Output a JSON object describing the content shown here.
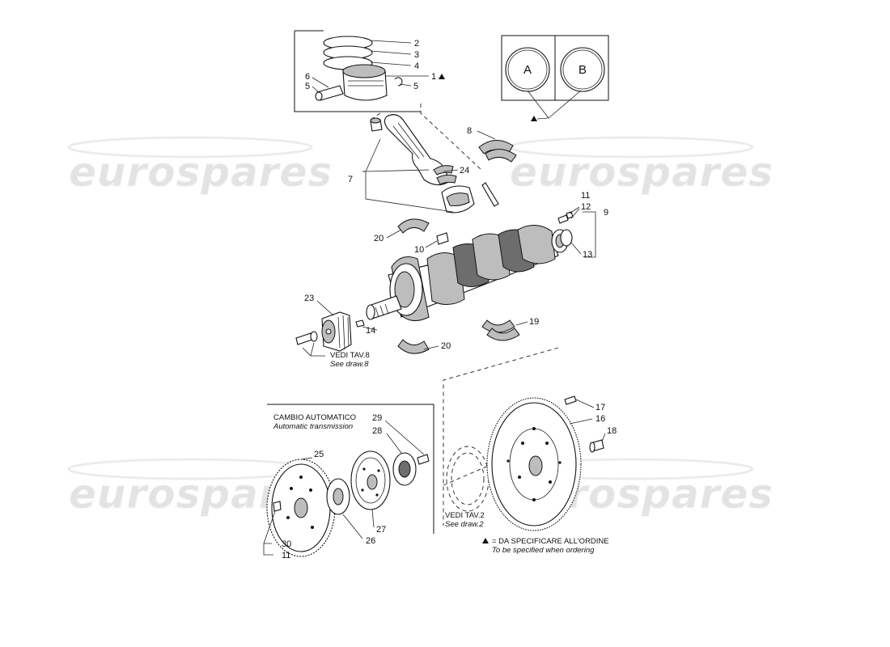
{
  "watermark": "eurospares",
  "part_numbers": {
    "n1": "1",
    "n2": "2",
    "n3": "3",
    "n4": "4",
    "n5a": "5",
    "n5b": "5",
    "n6": "6",
    "n7": "7",
    "n8": "8",
    "n9": "9",
    "n10": "10",
    "n11a": "11",
    "n11b": "11",
    "n12": "12",
    "n13": "13",
    "n14": "14",
    "n16": "16",
    "n17": "17",
    "n18": "18",
    "n19": "19",
    "n20a": "20",
    "n20b": "20",
    "n23": "23",
    "n24": "24",
    "n25": "25",
    "n26": "26",
    "n27": "27",
    "n28": "28",
    "n29": "29",
    "n30": "30"
  },
  "variants": {
    "a": "A",
    "b": "B"
  },
  "notes": {
    "ref_tav8_it": "VEDI TAV.8",
    "ref_tav8_en": "See draw.8",
    "auto_trans_it": "CAMBIO AUTOMATICO",
    "auto_trans_en": "Automatic transmission",
    "ref_tav2_it": "VEDI TAV.2",
    "ref_tav2_en": "See draw.2",
    "order_it": "= DA SPECIFICARE ALL'ORDINE",
    "order_en": "To be specified when ordering"
  }
}
